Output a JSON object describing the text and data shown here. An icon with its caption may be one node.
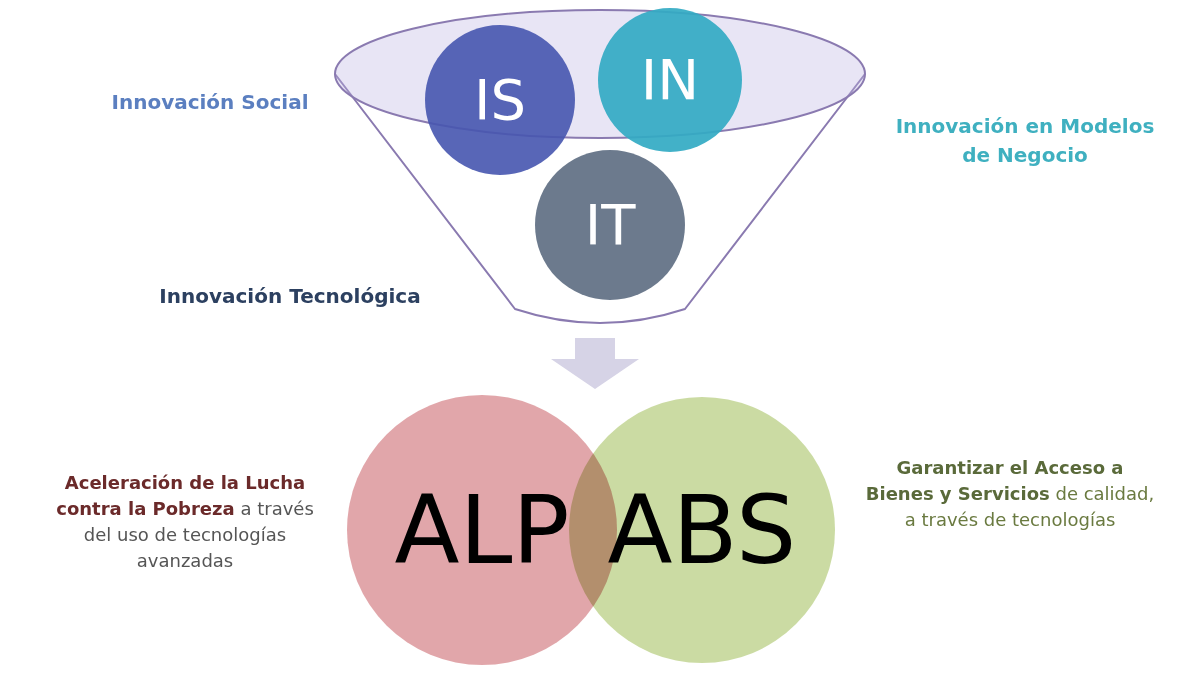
{
  "diagram": {
    "nodes": [
      {
        "text": [],
        "shape": "funnel"
      },
      {
        "text": [
          "IS"
        ],
        "in": 0
      },
      {
        "text": [
          "IN"
        ],
        "in": 0
      },
      {
        "text": [
          "IT"
        ],
        "in": 0
      },
      {
        "text": [
          "ALP"
        ],
        "beside": [
          "**Aceleración de la Lucha contra la Pobreza** a través del uso de tecnologías avanzadas"
        ]
      },
      {
        "text": [
          "ABS"
        ],
        "beside": [
          "**Garantizar el Acceso a Bienes y Servicios** de calidad, a través de tecnologías"
        ]
      }
    ],
    "edges": [
      {
        "from": 0,
        "to": 4,
        "arrow": "to"
      },
      {
        "from": 0,
        "to": 5,
        "arrow": "to"
      }
    ],
    "labels": [
      "Innovación Social",
      "Innovación en Modelos de Negocio",
      "Innovación Tecnológica"
    ]
  }
}
